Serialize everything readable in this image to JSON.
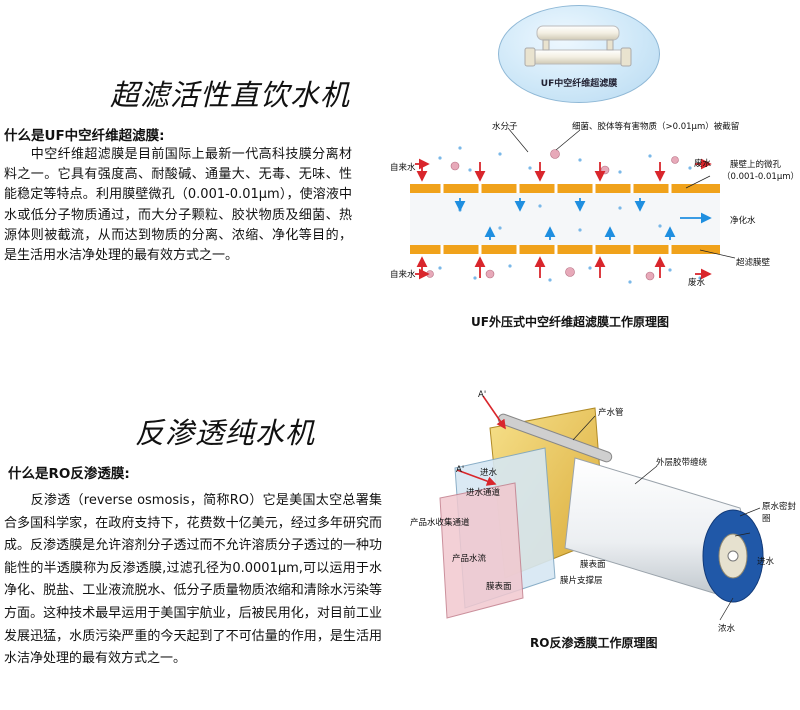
{
  "section1": {
    "title": "超滤活性直饮水机",
    "subhead": "什么是UF中空纤维超滤膜:",
    "paragraph": "　　中空纤维超滤膜是目前国际上最新一代高科技膜分离材料之一。它具有强度高、耐酸碱、通量大、无毒、无味、性能稳定等特点。利用膜壁微孔（0.001-0.01μm），使溶液中水或低分子物质通过，而大分子颗粒、胶状物质及细菌、热源体则被截流，从而达到物质的分离、浓缩、净化等目的，是生活用水洁净处理的最有效方式之一。",
    "oval_caption": "UF中空纤维超滤膜",
    "diagram": {
      "label_water_molecule": "水分子",
      "label_retained": "细菌、胶体等有害物质（>0.01μm）被截留",
      "label_tap_water_top": "自来水",
      "label_tap_water_bottom": "自来水",
      "label_waste_top": "废水",
      "label_waste_bottom": "废水",
      "label_pore_line1": "膜壁上的微孔",
      "label_pore_line2": "（0.001-0.01μm）",
      "label_purified": "净化水",
      "label_membrane": "超滤膜壁",
      "caption": "UF外压式中空纤维超滤膜工作原理图"
    }
  },
  "section2": {
    "title": "反渗透纯水机",
    "subhead": "什么是RO反渗透膜:",
    "paragraph": "　　反渗透（reverse osmosis，简称RO）它是美国太空总署集合多国科学家，在政府支持下，花费数十亿美元，经过多年研究而成。反渗透膜是允许溶剂分子透过而不允许溶质分子透过的一种功能性的半透膜称为反渗透膜,过滤孔径为0.0001μm,可以运用于水净化、脱盐、工业液流脱水、低分子质量物质浓缩和清除水污染等方面。这种技术最早运用于美国宇航业，后被民用化，对目前工业发展迅猛，水质污染严重的今天起到了不可估量的作用，是生活用水洁净处理的最有效方式之一。",
    "diagram": {
      "label_a_top": "A'",
      "label_a_mid": "A'",
      "label_product_tube": "产水管",
      "label_feed": "进水",
      "label_feed_spacer": "进水通道",
      "label_outer_wrap": "外层胶带缠绕",
      "label_product_channel": "产品水收集通道",
      "label_brine_seal": "原水密封圈",
      "label_membrane_face": "膜表面",
      "label_product_water": "产品水流",
      "label_support": "膜片支撑层",
      "label_membrane_face2": "膜表面",
      "label_inlet_right": "进水",
      "label_concentrate": "浓水",
      "caption": "RO反渗透膜工作原理图"
    }
  },
  "colors": {
    "membrane_orange": "#f0a21b",
    "arrow_red": "#d9262c",
    "arrow_blue": "#1f8fe0",
    "ro_blue": "#2058a8"
  }
}
